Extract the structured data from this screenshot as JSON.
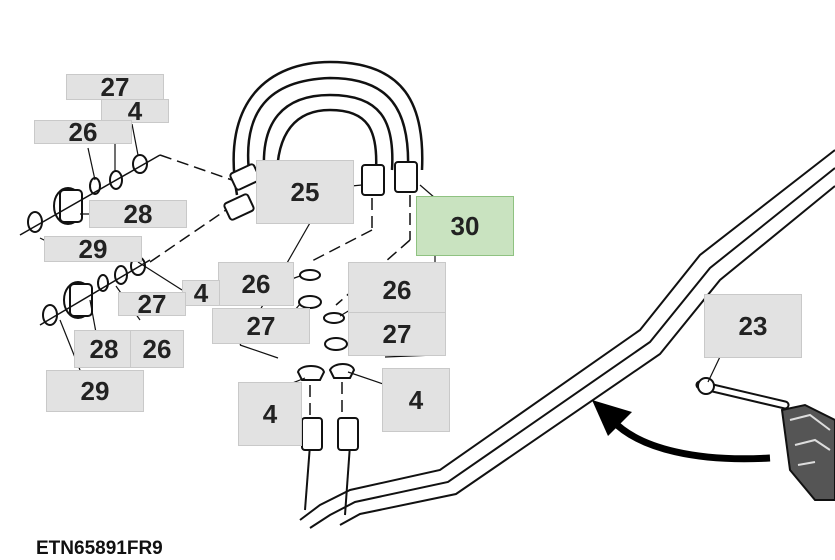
{
  "diagram": {
    "reference": "ETN65891FR9",
    "highlight_color": "#c9e3c0",
    "callout_color": "#e2e2e2",
    "callouts": {
      "c27a": "27",
      "c4a": "4",
      "c26a": "26",
      "c28a": "28",
      "c29a": "29",
      "c25": "25",
      "c30": "30",
      "c26b": "26",
      "c26c": "26",
      "c27b": "27",
      "c27c": "27",
      "c4b": "4",
      "c28b": "28",
      "c26d": "26",
      "c29b": "29",
      "c23": "23",
      "c4c": "4",
      "c4d": "4",
      "c27d": "27"
    }
  }
}
